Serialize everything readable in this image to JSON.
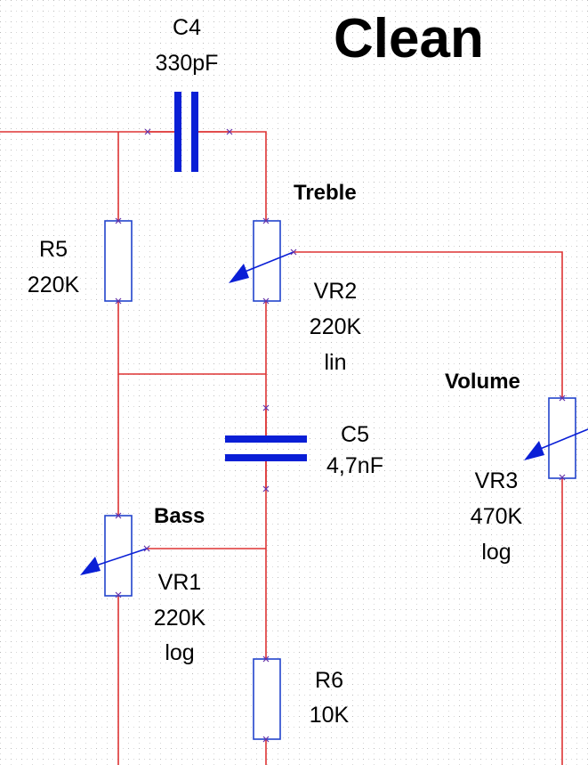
{
  "title": "Clean",
  "components": {
    "c4": {
      "ref": "C4",
      "value": "330pF"
    },
    "r5": {
      "ref": "R5",
      "value": "220K"
    },
    "vr2": {
      "name": "Treble",
      "ref": "VR2",
      "value": "220K",
      "taper": "lin"
    },
    "c5": {
      "ref": "C5",
      "value": "4,7nF"
    },
    "vr3": {
      "name": "Volume",
      "ref": "VR3",
      "value": "470K",
      "taper": "log"
    },
    "vr1": {
      "name": "Bass",
      "ref": "VR1",
      "value": "220K",
      "taper": "log"
    },
    "r6": {
      "ref": "R6",
      "value": "10K"
    }
  },
  "colors": {
    "wire": "#dd3333",
    "component": "#0a1fd6",
    "grid": "#c8c8c8",
    "background": "#ffffff"
  }
}
